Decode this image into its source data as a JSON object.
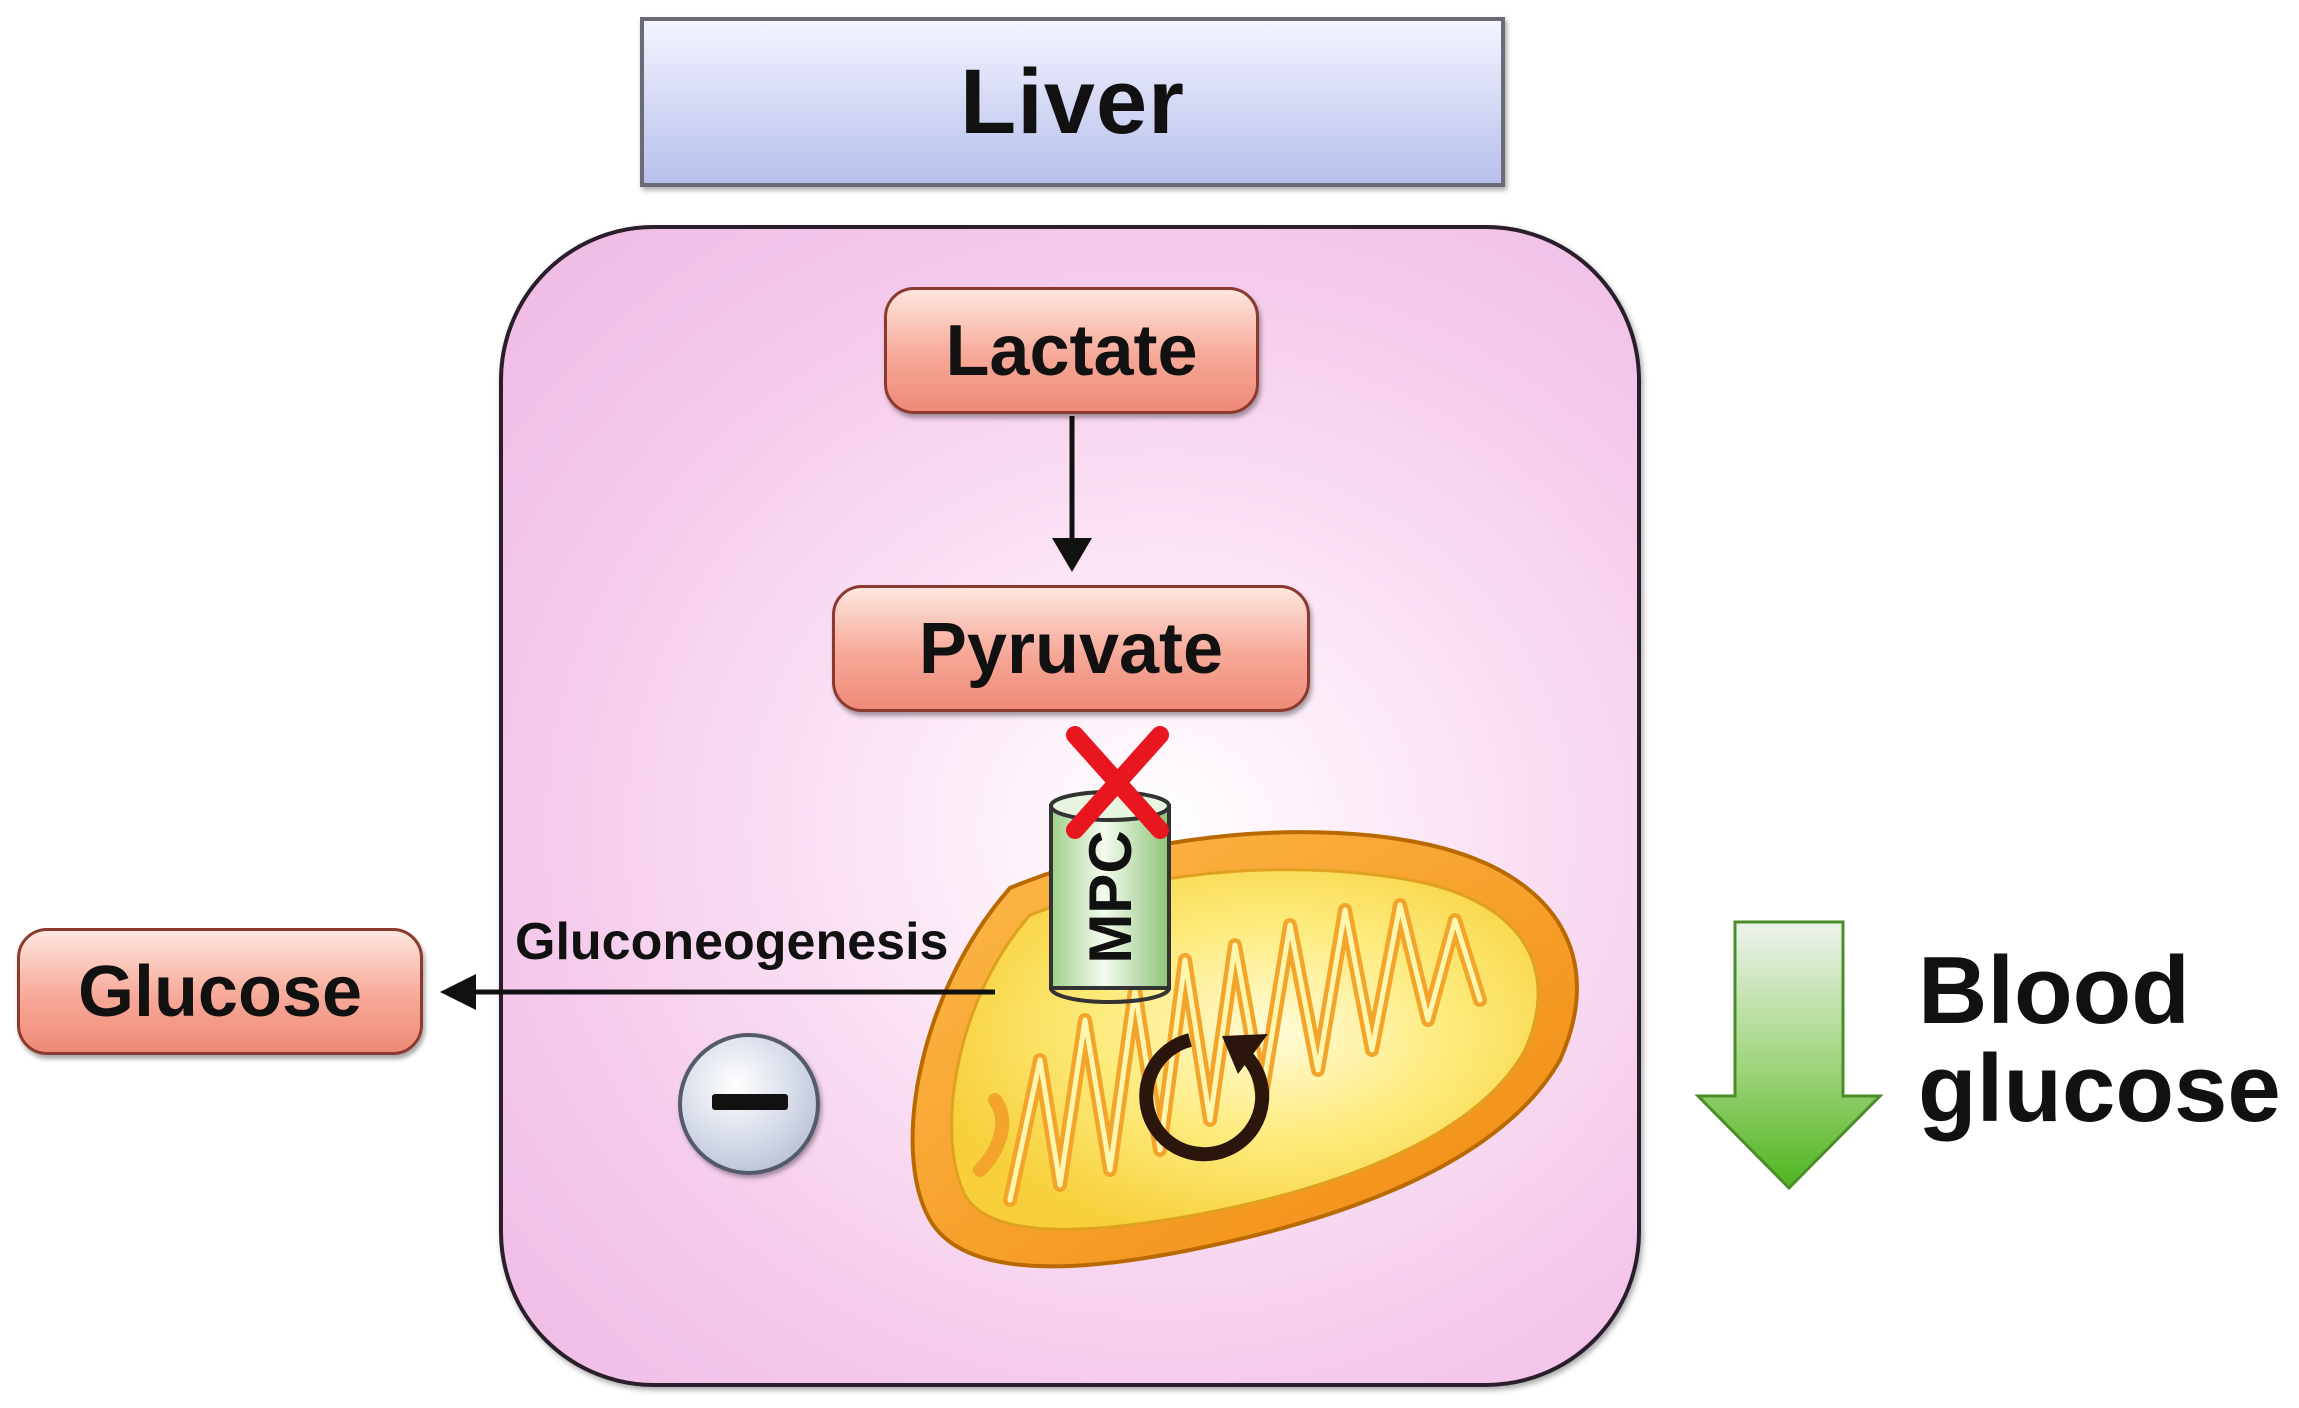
{
  "header": {
    "title": "Liver"
  },
  "nodes": {
    "lactate": "Lactate",
    "pyruvate": "Pyruvate",
    "glucose": "Glucose",
    "transporter": "MPC"
  },
  "process": {
    "label": "Gluconeogenesis"
  },
  "effect": {
    "line1": "Blood",
    "line2": "glucose"
  },
  "colors": {
    "cell_fill": "#f4c8ea",
    "metabolite_fill": "#f7a898",
    "header_fill": "#d8dcf6",
    "mitochondria_outer": "#f59a1c",
    "mitochondria_inner": "#fde46a",
    "inhibition_mark": "#e8161e",
    "decrease_arrow": "#5cbf2a"
  },
  "icons": [
    "inhibition-x-icon",
    "minus-icon",
    "cycle-arrow-icon",
    "down-arrow-icon",
    "mitochondrion-icon"
  ]
}
